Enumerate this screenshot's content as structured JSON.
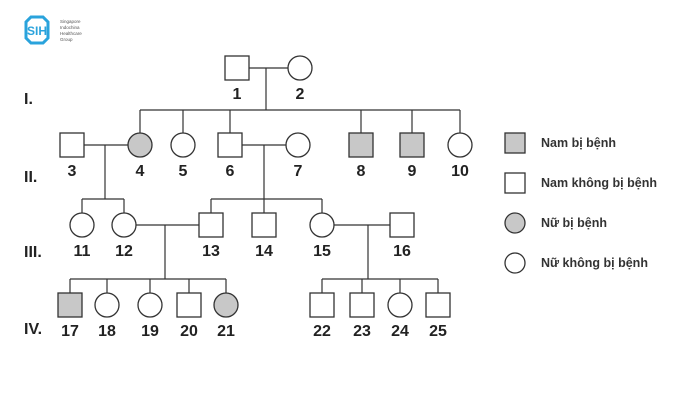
{
  "logo": {
    "text_lines": [
      "Singapore",
      "Indochina",
      "Healthcare",
      "Group"
    ],
    "brand_color": "#2aa3dc"
  },
  "generations": [
    "I.",
    "II.",
    "III.",
    "IV."
  ],
  "individuals": [
    {
      "id": "1",
      "sex": "male",
      "affected": false
    },
    {
      "id": "2",
      "sex": "female",
      "affected": false
    },
    {
      "id": "3",
      "sex": "male",
      "affected": false
    },
    {
      "id": "4",
      "sex": "female",
      "affected": true
    },
    {
      "id": "5",
      "sex": "female",
      "affected": false
    },
    {
      "id": "6",
      "sex": "male",
      "affected": false
    },
    {
      "id": "7",
      "sex": "female",
      "affected": false
    },
    {
      "id": "8",
      "sex": "male",
      "affected": true
    },
    {
      "id": "9",
      "sex": "male",
      "affected": true
    },
    {
      "id": "10",
      "sex": "female",
      "affected": false
    },
    {
      "id": "11",
      "sex": "female",
      "affected": false
    },
    {
      "id": "12",
      "sex": "female",
      "affected": false
    },
    {
      "id": "13",
      "sex": "male",
      "affected": false
    },
    {
      "id": "14",
      "sex": "male",
      "affected": false
    },
    {
      "id": "15",
      "sex": "female",
      "affected": false
    },
    {
      "id": "16",
      "sex": "male",
      "affected": false
    },
    {
      "id": "17",
      "sex": "male",
      "affected": true
    },
    {
      "id": "18",
      "sex": "female",
      "affected": false
    },
    {
      "id": "19",
      "sex": "female",
      "affected": false
    },
    {
      "id": "20",
      "sex": "male",
      "affected": false
    },
    {
      "id": "21",
      "sex": "female",
      "affected": true
    },
    {
      "id": "22",
      "sex": "male",
      "affected": false
    },
    {
      "id": "23",
      "sex": "male",
      "affected": false
    },
    {
      "id": "24",
      "sex": "female",
      "affected": false
    },
    {
      "id": "25",
      "sex": "male",
      "affected": false
    }
  ],
  "couples": [
    {
      "parents": [
        "1",
        "2"
      ],
      "children": [
        "4",
        "5",
        "6",
        "8",
        "9",
        "10"
      ]
    },
    {
      "parents": [
        "3",
        "4"
      ],
      "children": [
        "11",
        "12"
      ]
    },
    {
      "parents": [
        "6",
        "7"
      ],
      "children": [
        "13",
        "14",
        "15"
      ]
    },
    {
      "parents": [
        "12",
        "13"
      ],
      "children": [
        "17",
        "18",
        "19",
        "20",
        "21"
      ]
    },
    {
      "parents": [
        "15",
        "16"
      ],
      "children": [
        "22",
        "23",
        "24",
        "25"
      ]
    }
  ],
  "legend": [
    {
      "label": "Nam bị bệnh",
      "sex": "male",
      "affected": true
    },
    {
      "label": "Nam không bị bệnh",
      "sex": "male",
      "affected": false
    },
    {
      "label": "Nữ bị bệnh",
      "sex": "female",
      "affected": true
    },
    {
      "label": "Nữ không bị bệnh",
      "sex": "female",
      "affected": false
    }
  ],
  "colors": {
    "affected": "#c8c8c8",
    "unaffected": "#ffffff",
    "line": "#333333"
  }
}
